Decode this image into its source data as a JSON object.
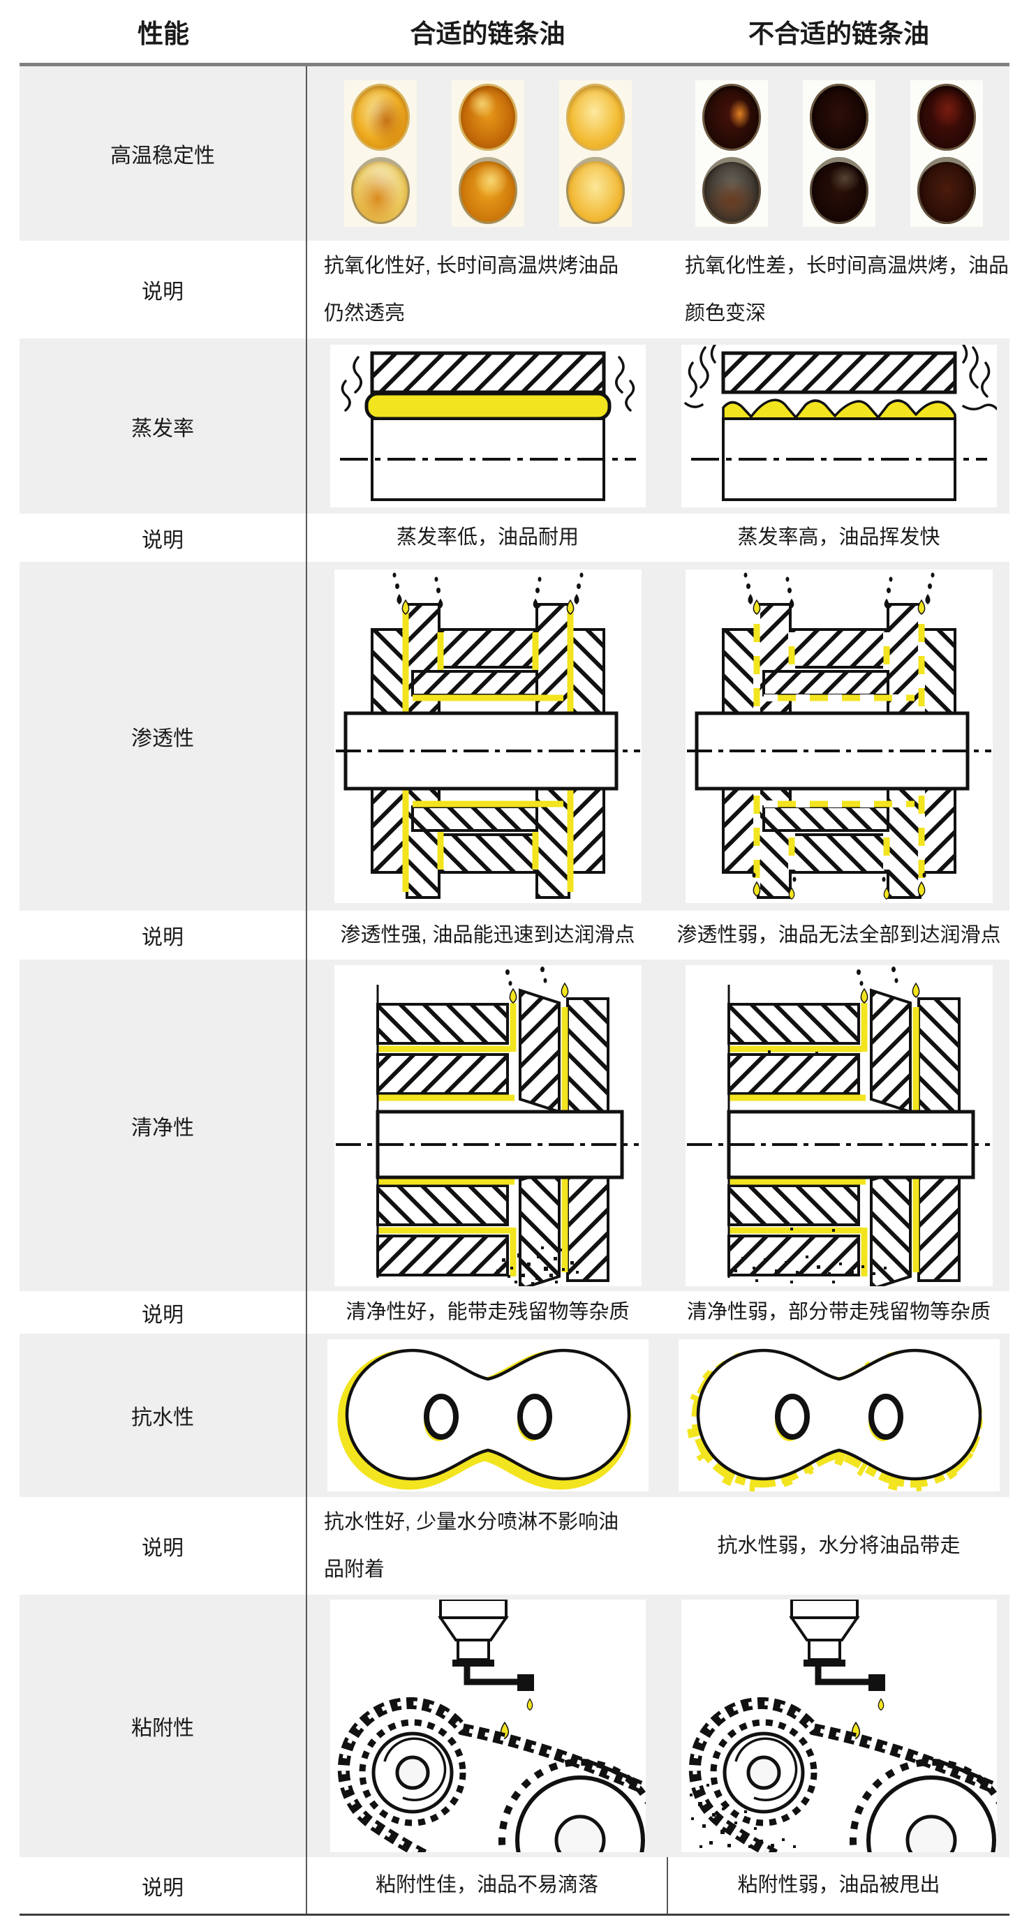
{
  "page": {
    "background": "#ffffff",
    "band_background": "#efefef",
    "oil_yellow": "#f2e41f",
    "divider_color": "#595959"
  },
  "header": {
    "performance": "性能",
    "suitable": "合适的链条油",
    "unsuitable": "不合适的链条油"
  },
  "note_label": "说明",
  "rows": {
    "thermal": {
      "label": "高温稳定性",
      "suitable_note": "抗氧化性好, 长时间高温烘烤油品\n仍然透亮",
      "unsuitable_note": "抗氧化性差，长时间高温烘烤，油品\n颜色变深",
      "suitable_visual": "six-oil-cups-clear-amber",
      "unsuitable_visual": "six-oil-cups-darkened"
    },
    "evaporation": {
      "label": "蒸发率",
      "suitable_note": "蒸发率低，油品耐用",
      "unsuitable_note": "蒸发率高，油品挥发快",
      "suitable_visual": "plate-even-oil-film-few-vapors",
      "unsuitable_visual": "plate-uneven-oil-film-many-vapors"
    },
    "penetration": {
      "label": "渗透性",
      "suitable_note": "渗透性强, 油品能迅速到达润滑点",
      "unsuitable_note": "渗透性弱，油品无法全部到达润滑点",
      "suitable_visual": "pin-bushing-full-oil-channels",
      "unsuitable_visual": "pin-bushing-partial-oil-dripping"
    },
    "cleanliness": {
      "label": "清净性",
      "suitable_note": "清净性好，能带走残留物等杂质",
      "unsuitable_note": "清净性弱，部分带走残留物等杂质",
      "suitable_visual": "joint-debris-flushed-out",
      "unsuitable_visual": "joint-debris-partially-left"
    },
    "water": {
      "label": "抗水性",
      "suitable_note": "抗水性好, 少量水分喷淋不影响油\n品附着",
      "unsuitable_note": "抗水性弱，水分将油品带走",
      "suitable_visual": "link-plate-even-oil-coating",
      "unsuitable_visual": "link-plate-washed-oil-coating"
    },
    "adhesion": {
      "label": "粘附性",
      "suitable_note": "粘附性佳，油品不易滴落",
      "unsuitable_note": "粘附性弱，油品被甩出",
      "suitable_visual": "chain-sprocket-oil-stays",
      "unsuitable_visual": "chain-sprocket-oil-flung-off"
    }
  }
}
